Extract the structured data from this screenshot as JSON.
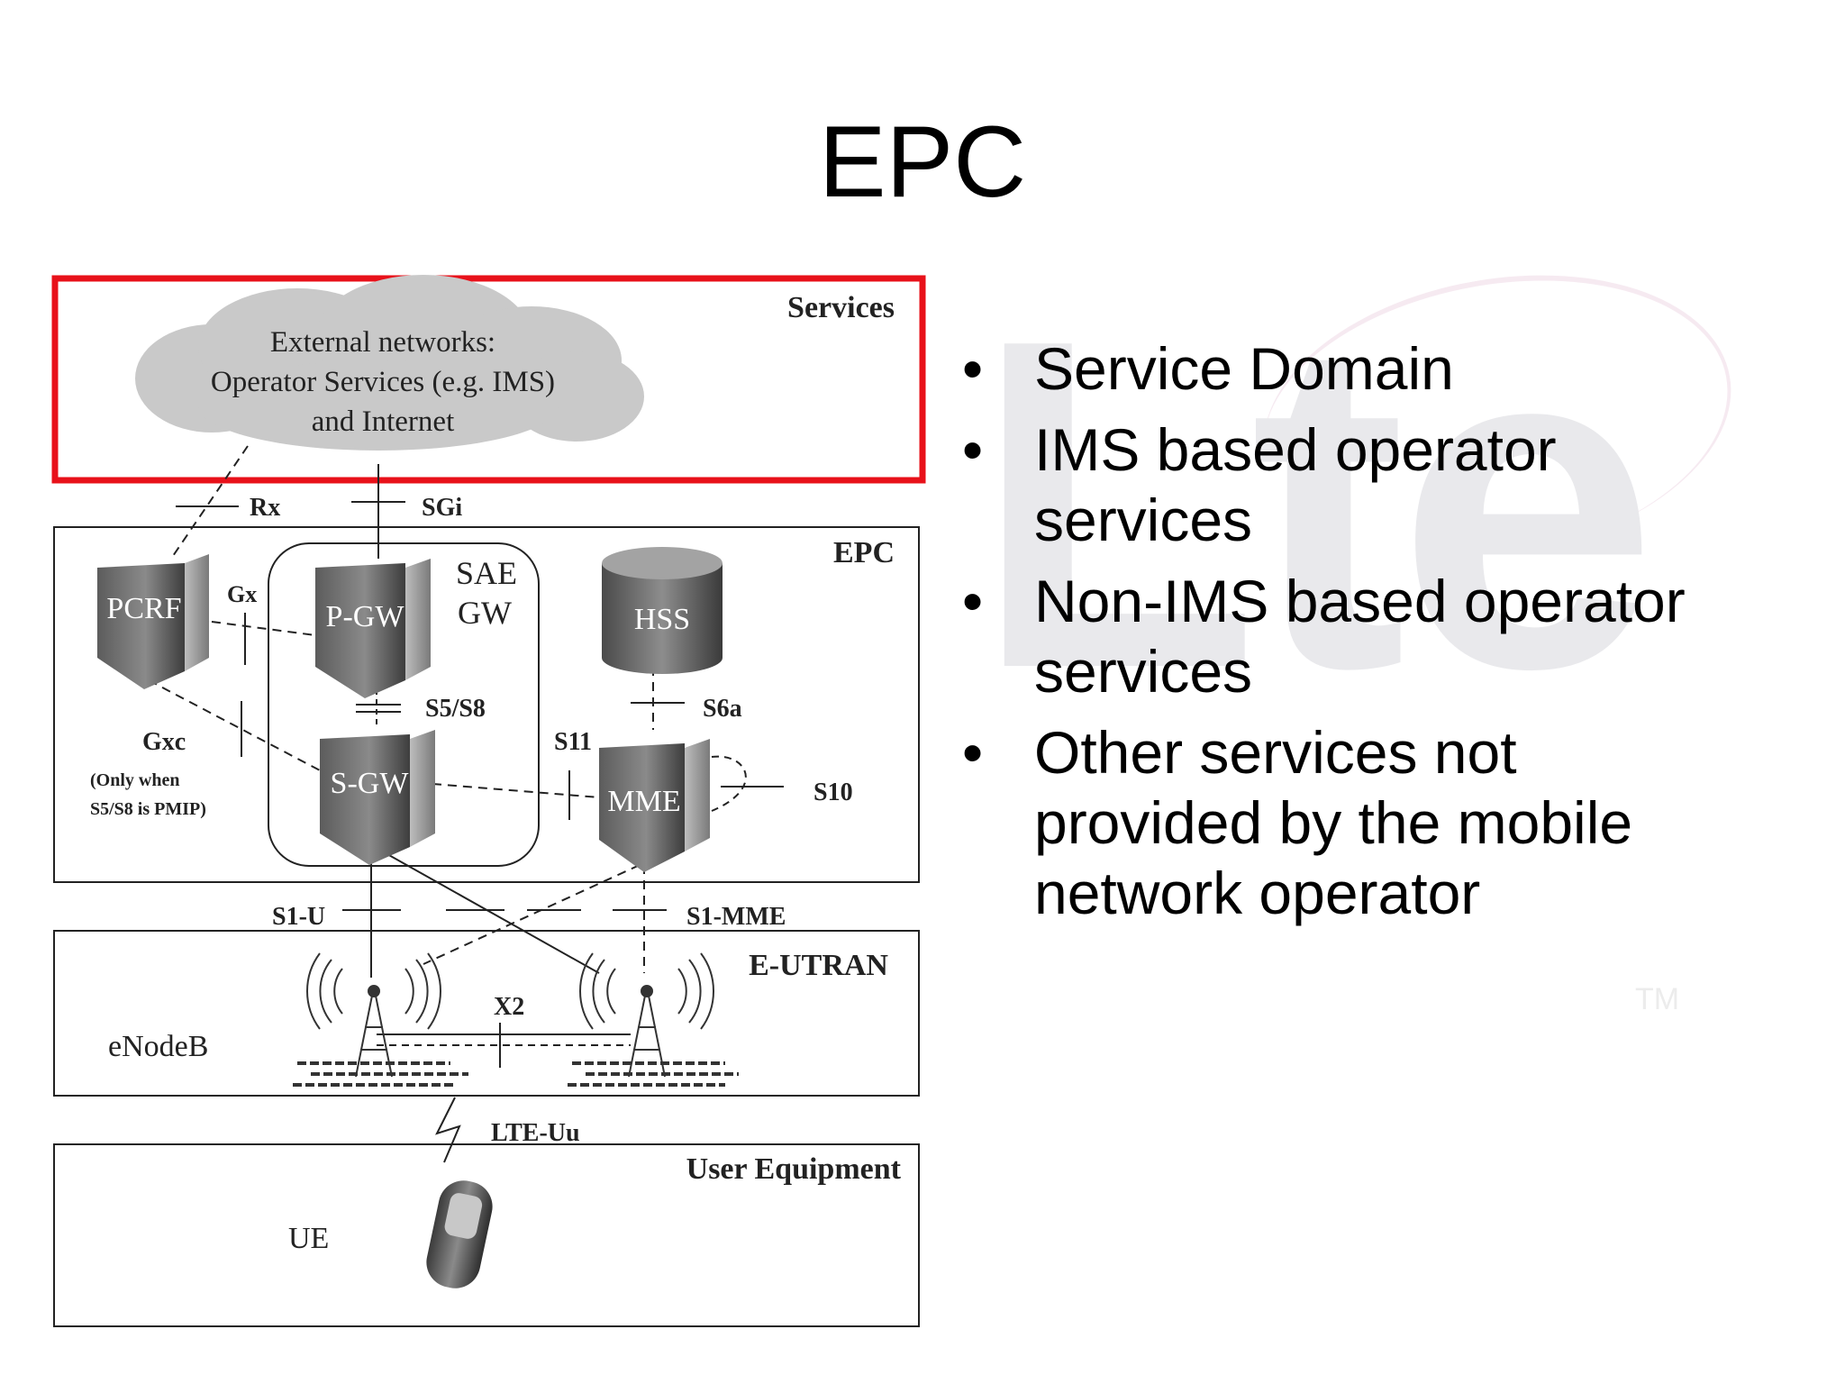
{
  "slide": {
    "title": "EPC",
    "watermark": "Lte",
    "watermark_tm": "TM",
    "bullet_glyph": "•",
    "bullets": [
      {
        "text_lines": [
          "Service Domain"
        ]
      },
      {
        "text_lines": [
          "IMS based operator",
          "services"
        ]
      },
      {
        "text_lines": [
          "Non-IMS based operator",
          "services"
        ]
      },
      {
        "text_lines": [
          "Other services not",
          "provided by the mobile",
          "network operator"
        ]
      }
    ]
  },
  "diagram": {
    "highlight_color": "#e8111a",
    "services_label": "Services",
    "cloud_lines": [
      "External networks:",
      "Operator Services (e.g. IMS)",
      "and Internet"
    ],
    "epc_label": "EPC",
    "eutran_label": "E-UTRAN",
    "ue_section_label": "User Equipment",
    "nodes": {
      "pcrf": "PCRF",
      "pgw": "P-GW",
      "sgw": "S-GW",
      "hss": "HSS",
      "mme": "MME",
      "sae_gw_line1": "SAE",
      "sae_gw_line2": "GW",
      "enodeb": "eNodeB",
      "ue": "UE"
    },
    "interfaces": {
      "rx": "Rx",
      "sgi": "SGi",
      "gx": "Gx",
      "gxc": "Gxc",
      "gxc_note_line1": "(Only when",
      "gxc_note_line2": "S5/S8 is PMIP)",
      "s5s8": "S5/S8",
      "s6a": "S6a",
      "s11": "S11",
      "s10": "S10",
      "s1u": "S1-U",
      "s1mme": "S1-MME",
      "x2": "X2",
      "lteuu": "LTE-Uu"
    }
  }
}
